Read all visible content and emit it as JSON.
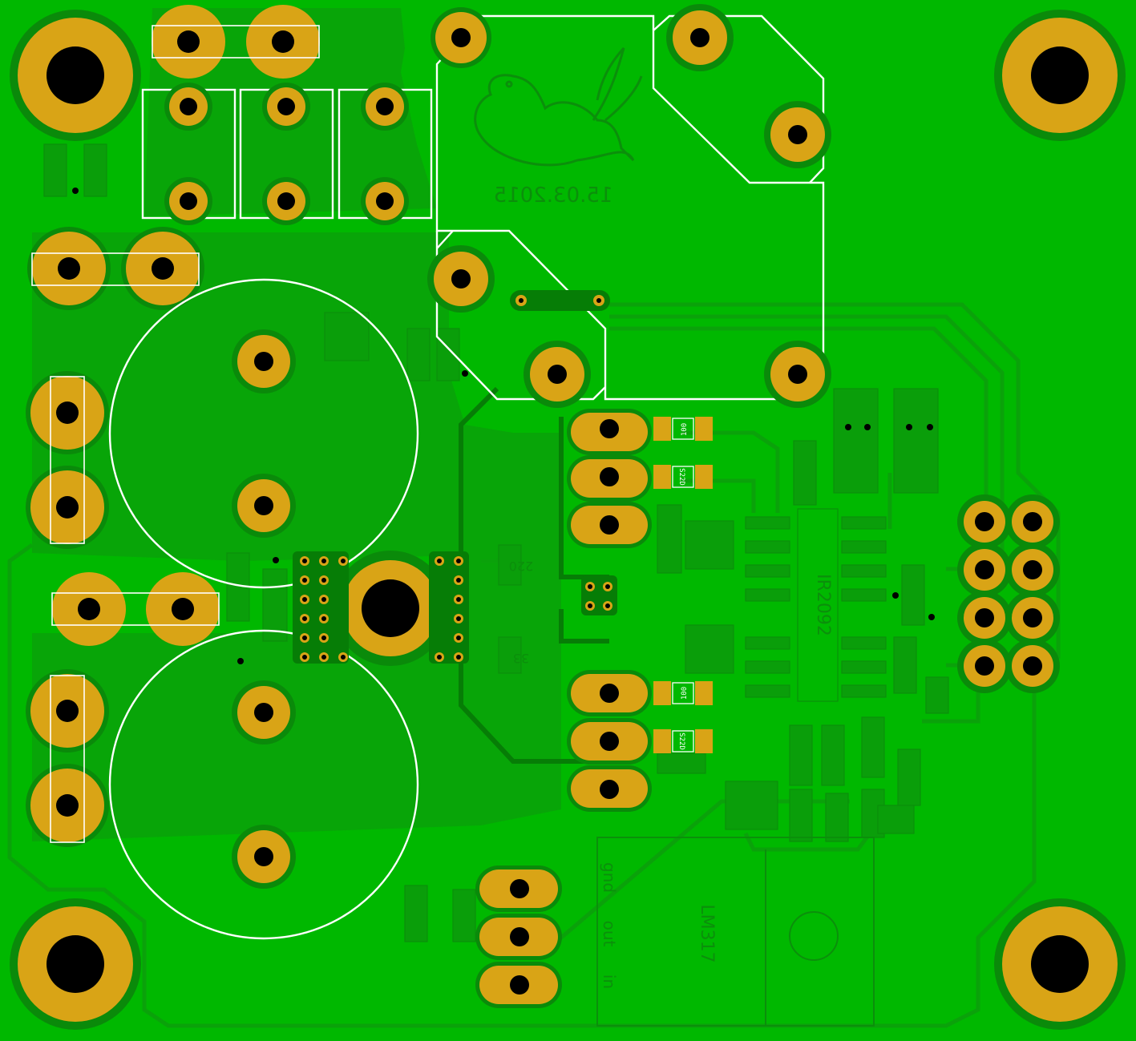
{
  "board": {
    "background_color": "#00b800",
    "pad_color": "#d9a416",
    "silkscreen_color": "#ffffff",
    "copper_pour_color": "#08a508"
  },
  "texts": {
    "date_stamp": "15.03.2015",
    "ic_label": "IR2092",
    "regulator_label": "LM317",
    "in_label": "in",
    "out_label": "out",
    "gnd_label": "gnd",
    "cap_label_220": "220",
    "cap_label_33": "33",
    "res_upper_1": "100",
    "res_upper_2": "S22D",
    "res_lower_1": "100",
    "res_lower_2": "S22D"
  }
}
